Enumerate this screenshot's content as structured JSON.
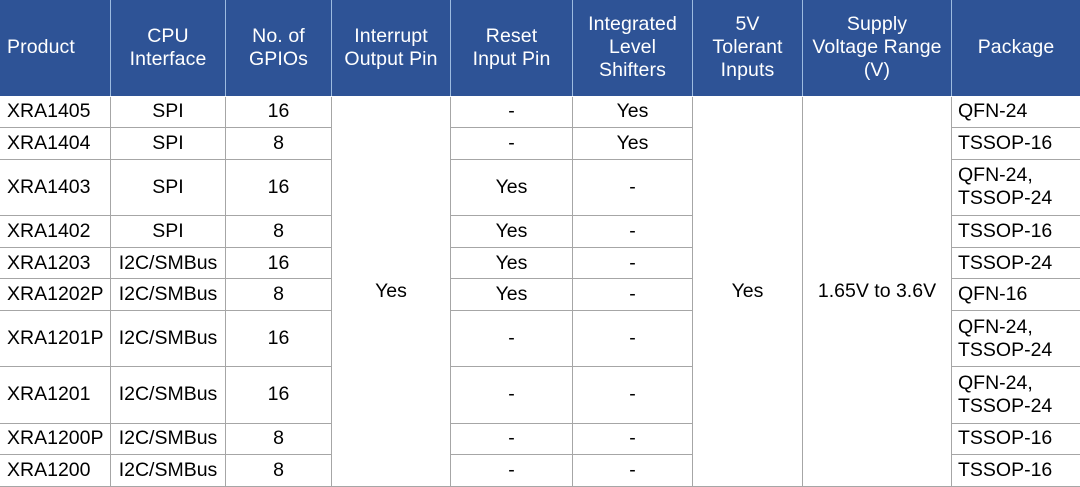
{
  "table": {
    "name": "GPIO Expander Product Selection Table",
    "header_bg": "#2e5396",
    "header_text_color": "#ffffff",
    "grid_color": "#a6a6a6",
    "columns": [
      {
        "id": "product",
        "label": "Product",
        "align": "left"
      },
      {
        "id": "cpu",
        "label": "CPU\nInterface",
        "align": "center"
      },
      {
        "id": "gpios",
        "label": "No. of\nGPIOs",
        "align": "center"
      },
      {
        "id": "interrupt",
        "label": "Interrupt\nOutput Pin",
        "align": "center"
      },
      {
        "id": "reset",
        "label": "Reset\nInput Pin",
        "align": "center"
      },
      {
        "id": "levelshift",
        "label": "Integrated\nLevel\nShifters",
        "align": "center"
      },
      {
        "id": "tolerant",
        "label": "5V\nTolerant\nInputs",
        "align": "center"
      },
      {
        "id": "supply",
        "label": "Supply\nVoltage Range\n(V)",
        "align": "center"
      },
      {
        "id": "package",
        "label": "Package",
        "align": "center"
      }
    ],
    "header_lines": {
      "product": [
        "Product"
      ],
      "cpu": [
        "CPU",
        "Interface"
      ],
      "gpios": [
        "No. of",
        "GPIOs"
      ],
      "interrupt": [
        "Interrupt",
        "Output Pin"
      ],
      "reset": [
        "Reset",
        "Input Pin"
      ],
      "levelshift": [
        "Integrated",
        "Level",
        "Shifters"
      ],
      "tolerant": [
        "5V",
        "Tolerant",
        "Inputs"
      ],
      "supply": [
        "Supply",
        "Voltage Range",
        "(V)"
      ],
      "package": [
        "Package"
      ]
    },
    "merged_cells": {
      "interrupt_all": "Yes",
      "tolerant_all": "Yes",
      "supply_all": "1.65V to 3.6V"
    },
    "rows": [
      {
        "product": "XRA1405",
        "cpu": "SPI",
        "gpios": "16",
        "reset": "-",
        "levelshift": "Yes",
        "package": [
          "QFN-24"
        ]
      },
      {
        "product": "XRA1404",
        "cpu": "SPI",
        "gpios": "8",
        "reset": "-",
        "levelshift": "Yes",
        "package": [
          "TSSOP-16"
        ]
      },
      {
        "product": "XRA1403",
        "cpu": "SPI",
        "gpios": "16",
        "reset": "Yes",
        "levelshift": "-",
        "package": [
          "QFN-24,",
          "TSSOP-24"
        ]
      },
      {
        "product": "XRA1402",
        "cpu": "SPI",
        "gpios": "8",
        "reset": "Yes",
        "levelshift": "-",
        "package": [
          "TSSOP-16"
        ]
      },
      {
        "product": "XRA1203",
        "cpu": "I2C/SMBus",
        "gpios": "16",
        "reset": "Yes",
        "levelshift": "-",
        "package": [
          "TSSOP-24"
        ]
      },
      {
        "product": "XRA1202P",
        "cpu": "I2C/SMBus",
        "gpios": "8",
        "reset": "Yes",
        "levelshift": "-",
        "package": [
          "QFN-16"
        ]
      },
      {
        "product": "XRA1201P",
        "cpu": "I2C/SMBus",
        "gpios": "16",
        "reset": "-",
        "levelshift": "-",
        "package": [
          "QFN-24,",
          "TSSOP-24"
        ]
      },
      {
        "product": "XRA1201",
        "cpu": "I2C/SMBus",
        "gpios": "16",
        "reset": "-",
        "levelshift": "-",
        "package": [
          "QFN-24,",
          "TSSOP-24"
        ]
      },
      {
        "product": "XRA1200P",
        "cpu": "I2C/SMBus",
        "gpios": "8",
        "reset": "-",
        "levelshift": "-",
        "package": [
          "TSSOP-16"
        ]
      },
      {
        "product": "XRA1200",
        "cpu": "I2C/SMBus",
        "gpios": "8",
        "reset": "-",
        "levelshift": "-",
        "package": [
          "TSSOP-16"
        ]
      }
    ]
  }
}
